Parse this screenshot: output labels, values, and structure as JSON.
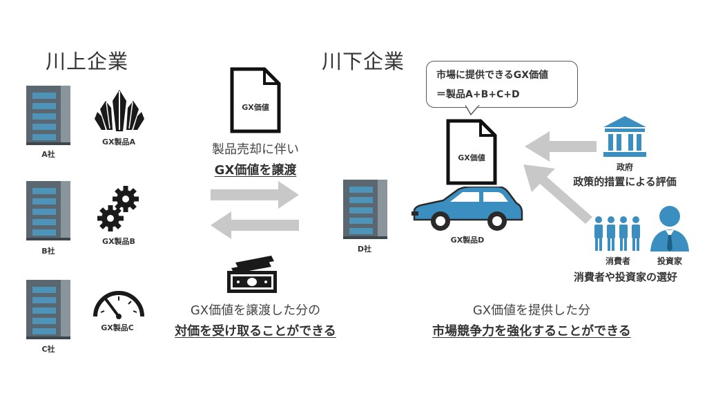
{
  "upstream": {
    "heading": "川上企業",
    "companies": [
      {
        "company": "A社",
        "product": "GX製品A"
      },
      {
        "company": "B社",
        "product": "GX製品B"
      },
      {
        "company": "C社",
        "product": "GX製品C"
      }
    ]
  },
  "downstream": {
    "heading": "川下企業",
    "company": "D社",
    "product": "GX製品D",
    "doc_label": "GX価値"
  },
  "transfer": {
    "doc_label": "GX価値",
    "line1": "製品売却に伴い",
    "line2": "GX価値を譲渡",
    "receive_line1": "GX価値を譲渡した分の",
    "receive_line2": "対価を受け取ることができる"
  },
  "bubble": {
    "line1": "市場に提供できるGX価値",
    "line2": "＝製品A+B+C+D"
  },
  "government": {
    "label": "政府",
    "caption": "政策的措置による評価"
  },
  "market": {
    "consumer_label": "消費者",
    "investor_label": "投資家",
    "caption": "消費者や投資家の選好"
  },
  "benefit": {
    "line1": "GX価値を提供した分",
    "line2": "市場競争力を強化することができる"
  },
  "colors": {
    "building": "#5b6770",
    "window": "#4e93b8",
    "accent_blue": "#3b8ec0",
    "arrow_gray": "#c8c8c8",
    "dark": "#1a1a1a"
  }
}
